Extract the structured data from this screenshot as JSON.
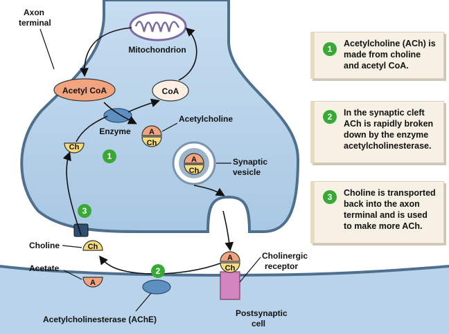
{
  "labels": {
    "axon_terminal_1": "Axon",
    "axon_terminal_2": "terminal",
    "mitochondrion": "Mitochondrion",
    "acetyl_coa": "Acetyl CoA",
    "coa": "CoA",
    "acetylcholine": "Acetylcholine",
    "enzyme": "Enzyme",
    "synaptic_vesicle_1": "Synaptic",
    "synaptic_vesicle_2": "vesicle",
    "choline": "Choline",
    "acetate": "Acetate",
    "cholinergic_receptor_1": "Cholinergic",
    "cholinergic_receptor_2": "receptor",
    "postsynaptic_cell_1": "Postsynaptic",
    "postsynaptic_cell_2": "cell",
    "ache": "Acetylcholinesterase (AChE)"
  },
  "molecules": {
    "a": "A",
    "ch": "Ch"
  },
  "steps": [
    {
      "number": "1",
      "part1": "Acetylcholine",
      "part2": " (ACh) is made from choline and acetyl CoA."
    },
    {
      "number": "2",
      "part1": "In the synaptic cleft ACh is rapidly broken down by the enzyme ",
      "part2": "acetylcholinesterase."
    },
    {
      "number": "3",
      "part1": "Choline is transported back into the axon terminal and is used to make more ACh.",
      "part2": ""
    }
  ],
  "colors": {
    "cell_fill": "#b8d3ea",
    "membrane": "#4e6f8e",
    "step_badge": "#39a935",
    "acetyl_group": "#f2a47e",
    "choline_group": "#f7dc7e",
    "receptor": "#d485c0",
    "enzyme": "#5d8fc0"
  }
}
